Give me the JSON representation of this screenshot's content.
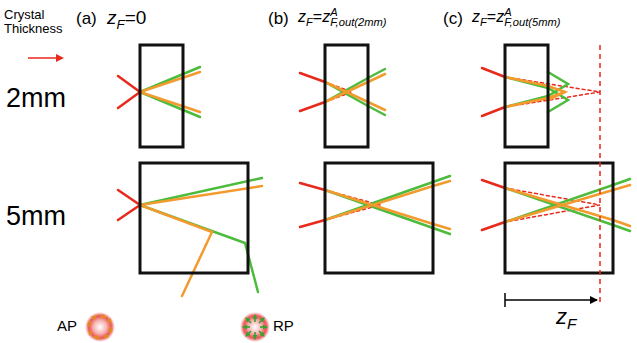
{
  "diagram": {
    "labels": [
      "Crystal Thickness",
      "(a)",
      "zF=0",
      "(b)",
      "zF=zAF,out(2mm)",
      "(c)",
      "zF=zAF,out(5mm)",
      "2mm",
      "5mm",
      "AP",
      "RP",
      "zF"
    ]
  }
}
